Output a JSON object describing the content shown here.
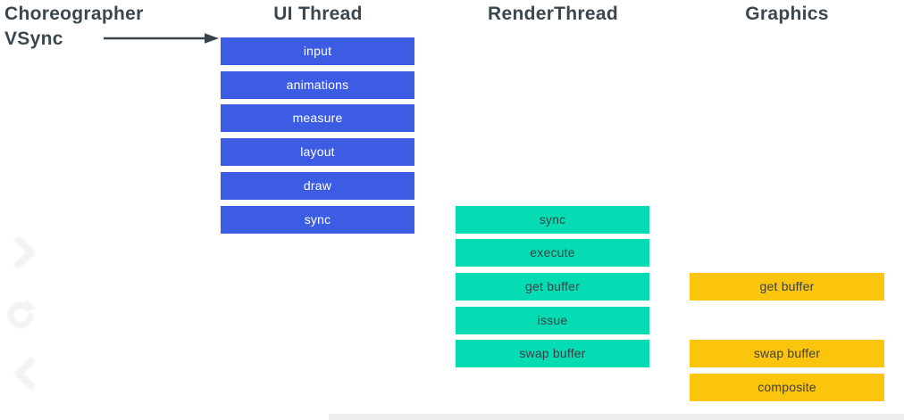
{
  "slide": {
    "annotation": {
      "line1": "Choreographer",
      "line2": "VSync"
    },
    "columns": [
      {
        "id": "ui-thread",
        "header": "UI Thread",
        "color": "#3d5ce4",
        "text_color": "#ffffff",
        "boxes": [
          {
            "label": "input",
            "row": 0
          },
          {
            "label": "animations",
            "row": 1
          },
          {
            "label": "measure",
            "row": 2
          },
          {
            "label": "layout",
            "row": 3
          },
          {
            "label": "draw",
            "row": 4
          },
          {
            "label": "sync",
            "row": 5
          }
        ]
      },
      {
        "id": "render-thread",
        "header": "RenderThread",
        "color": "#06dcb4",
        "text_color": "#3c4043",
        "boxes": [
          {
            "label": "sync",
            "row": 5
          },
          {
            "label": "execute",
            "row": 6
          },
          {
            "label": "get buffer",
            "row": 7
          },
          {
            "label": "issue",
            "row": 8
          },
          {
            "label": "swap buffer",
            "row": 9
          }
        ]
      },
      {
        "id": "graphics",
        "header": "Graphics",
        "color": "#fbc50d",
        "text_color": "#3c4043",
        "boxes": [
          {
            "label": "get buffer",
            "row": 7
          },
          {
            "label": "swap buffer",
            "row": 9
          },
          {
            "label": "composite",
            "row": 10
          }
        ]
      }
    ],
    "colors": {
      "heading_text": "#3b4750",
      "arrow": "#37424b",
      "ghost_icon": "#f3f3f3"
    },
    "player_controls": [
      {
        "id": "next",
        "icon": "chevron-right-icon"
      },
      {
        "id": "reload",
        "icon": "refresh-icon"
      },
      {
        "id": "back",
        "icon": "chevron-left-icon"
      }
    ]
  }
}
